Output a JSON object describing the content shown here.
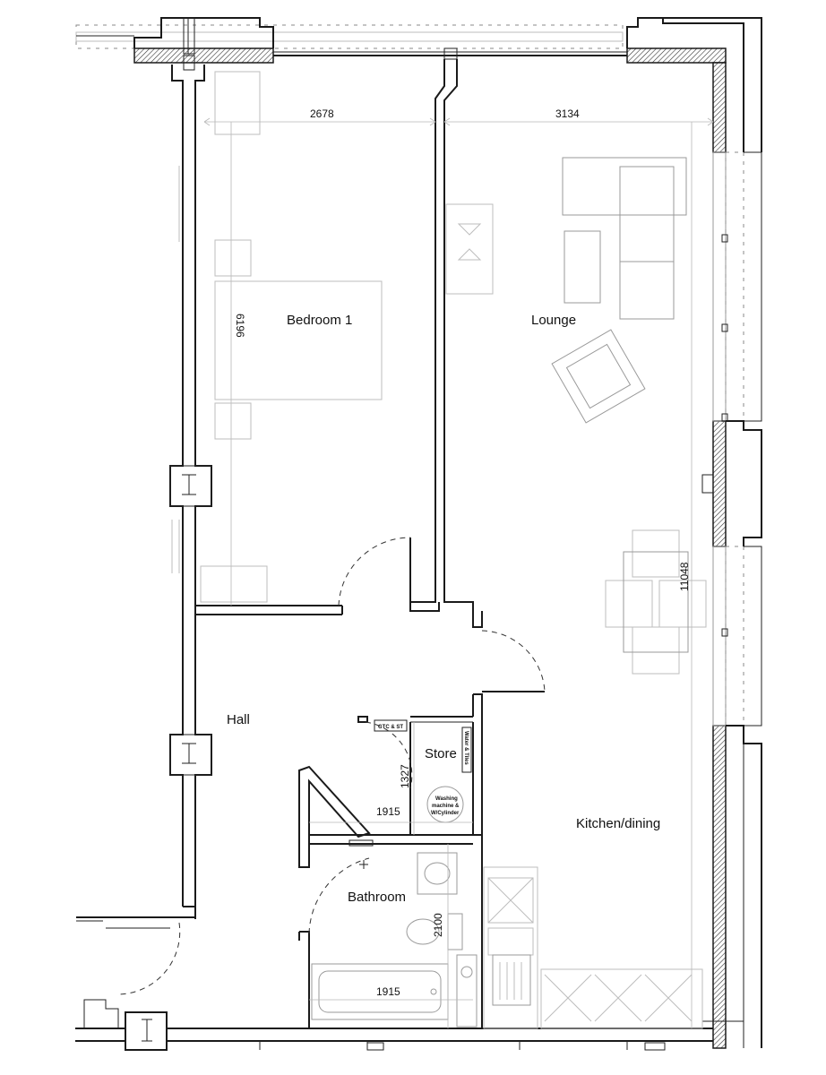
{
  "rooms": {
    "bedroom": "Bedroom 1",
    "lounge": "Lounge",
    "hall": "Hall",
    "store": "Store",
    "kitchen": "Kitchen/dining",
    "bathroom": "Bathroom"
  },
  "dimensions": {
    "bedroom_width": "2678",
    "lounge_width": "3134",
    "bedroom_length": "6196",
    "lounge_length": "11048",
    "store_height": "1327",
    "store_width": "1915",
    "bathroom_height": "2100",
    "bathroom_width": "1915"
  },
  "annotations": {
    "gtc_label": "GTC & ST",
    "washing_line1": "Washing",
    "washing_line2": "machine &",
    "washing_line3": "W/Cylinder",
    "water_label": "Water & Tiles"
  }
}
